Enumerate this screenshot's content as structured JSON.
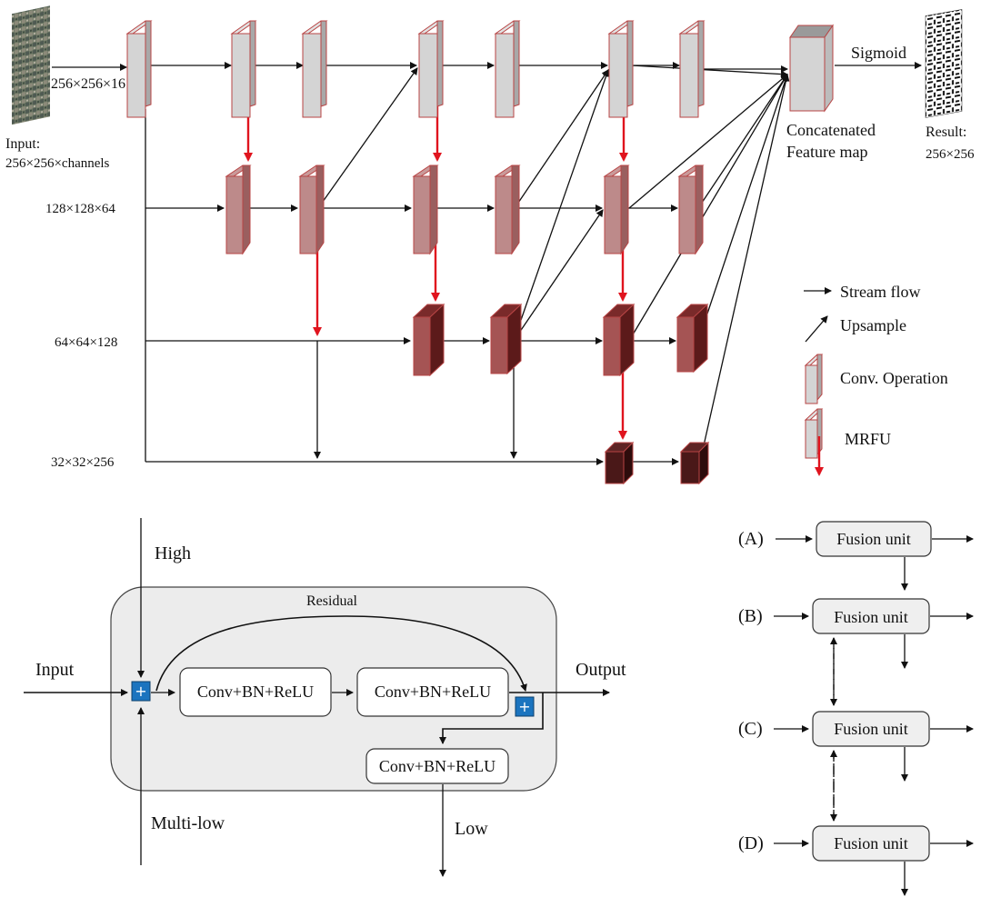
{
  "colors": {
    "conv_face": "#d4d4d4",
    "l1_face": "#bd8a8a",
    "l2_face": "#a55454",
    "l3_face": "#4a1818",
    "edge": "#b84545",
    "red_arrow": "#e0141e",
    "plus_box": "#1b74bf",
    "panel_bg": "#ececec",
    "unit_bg": "#efefef"
  },
  "icons": {
    "plus": "plus-icon",
    "arrow": "arrow-icon"
  },
  "network": {
    "input_label": "Input:",
    "input_size": "256×256×channels",
    "row_labels": [
      "256×256×16",
      "128×128×64",
      "64×64×128",
      "32×32×256"
    ],
    "concat_label_1": "Concatenated",
    "concat_label_2": "Feature map",
    "sigmoid_label": "Sigmoid",
    "result_label": "Result:",
    "result_size": "256×256"
  },
  "legend": {
    "stream_flow": "Stream flow",
    "upsample": "Upsample",
    "conv_operation": "Conv. Operation",
    "mrfu": "MRFU"
  },
  "fusion_block": {
    "high": "High",
    "residual": "Residual",
    "input": "Input",
    "output": "Output",
    "conv1": "Conv+BN+ReLU",
    "conv2": "Conv+BN+ReLU",
    "conv3": "Conv+BN+ReLU",
    "multi_low": "Multi-low",
    "low": "Low",
    "plus": "+"
  },
  "fusion_variants": [
    {
      "tag": "(A)",
      "unit": "Fusion unit"
    },
    {
      "tag": "(B)",
      "unit": "Fusion unit"
    },
    {
      "tag": "(C)",
      "unit": "Fusion unit"
    },
    {
      "tag": "(D)",
      "unit": "Fusion unit"
    }
  ]
}
